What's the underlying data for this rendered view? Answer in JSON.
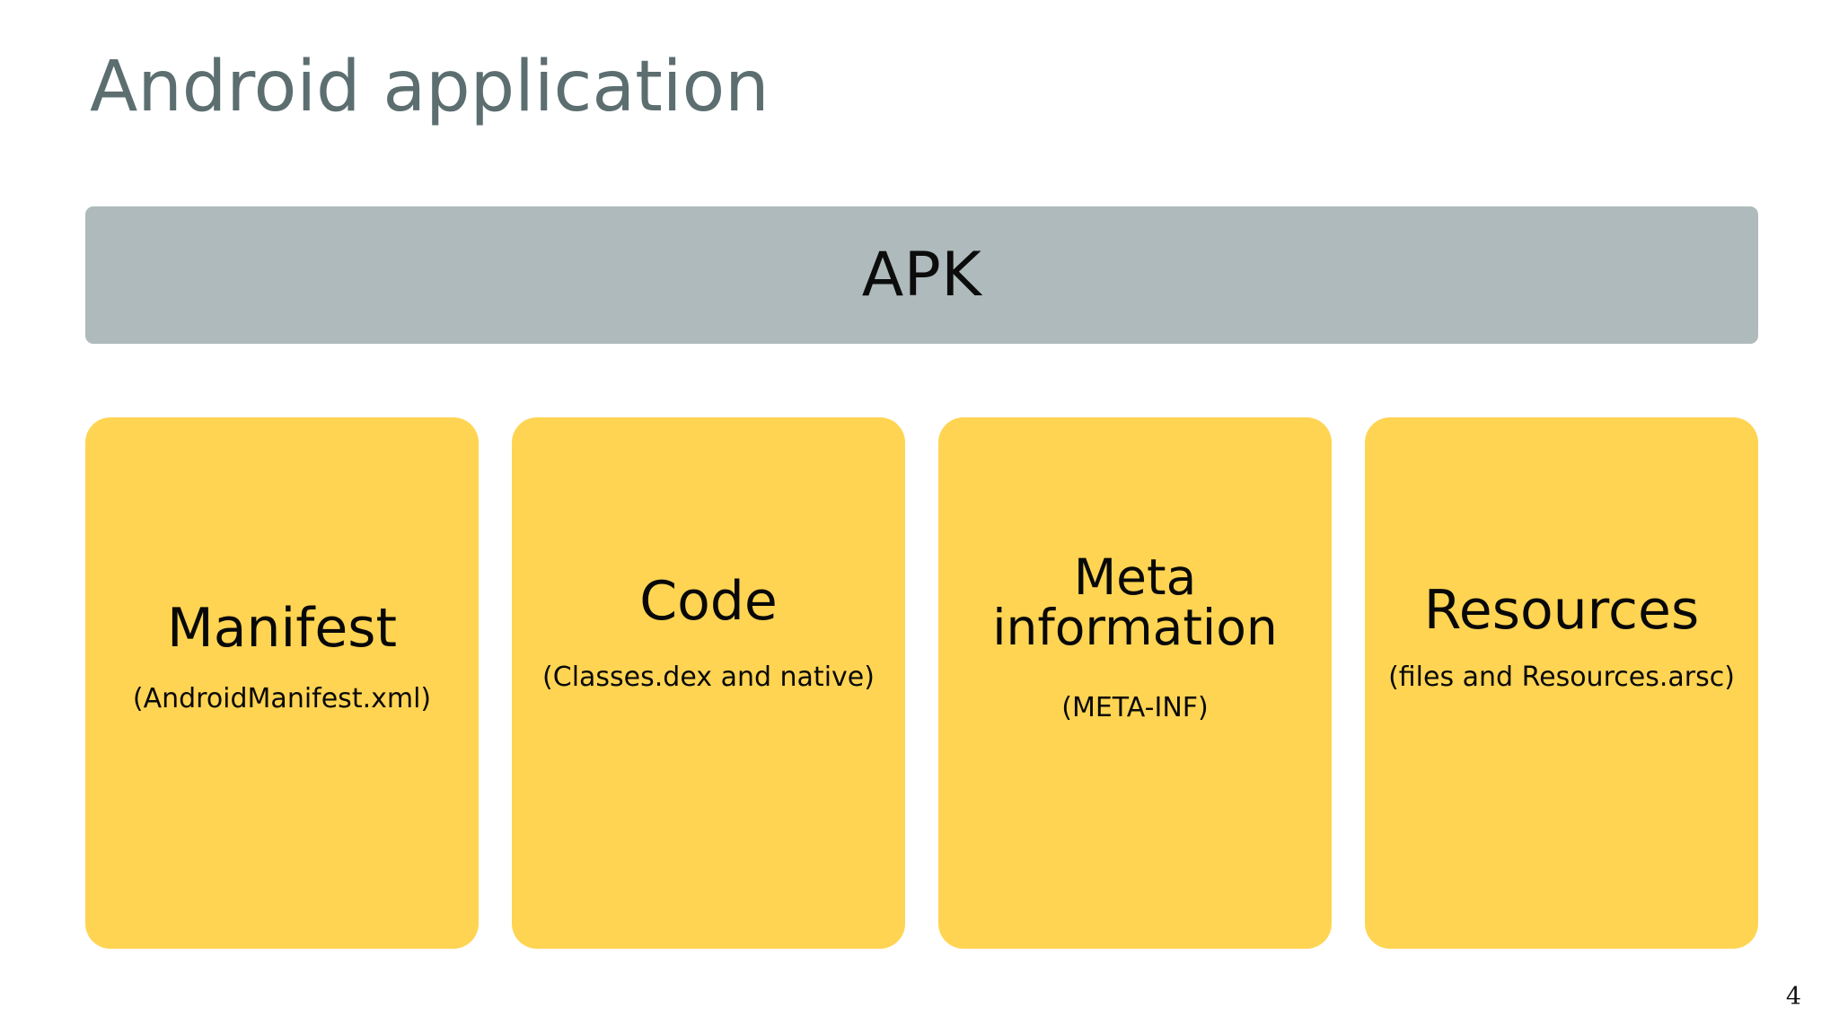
{
  "slide": {
    "title": "Android application",
    "page_number": "4",
    "background_color": "#ffffff",
    "title_color": "#5c6e70"
  },
  "apk_bar": {
    "label": "APK",
    "fill_color": "#aebabb",
    "text_color": "#0c0c0c"
  },
  "cards": [
    {
      "title": "Manifest",
      "subtitle": "(AndroidManifest.xml)",
      "fill_color": "#ffd452",
      "text_color": "#080808"
    },
    {
      "title": "Code",
      "subtitle": "(Classes.dex and native)",
      "fill_color": "#ffd452",
      "text_color": "#080808"
    },
    {
      "title": "Meta information",
      "subtitle": "(META-INF)",
      "fill_color": "#ffd452",
      "text_color": "#080808"
    },
    {
      "title": "Resources",
      "subtitle": "(files and Resources.arsc)",
      "fill_color": "#ffd452",
      "text_color": "#080808"
    }
  ]
}
